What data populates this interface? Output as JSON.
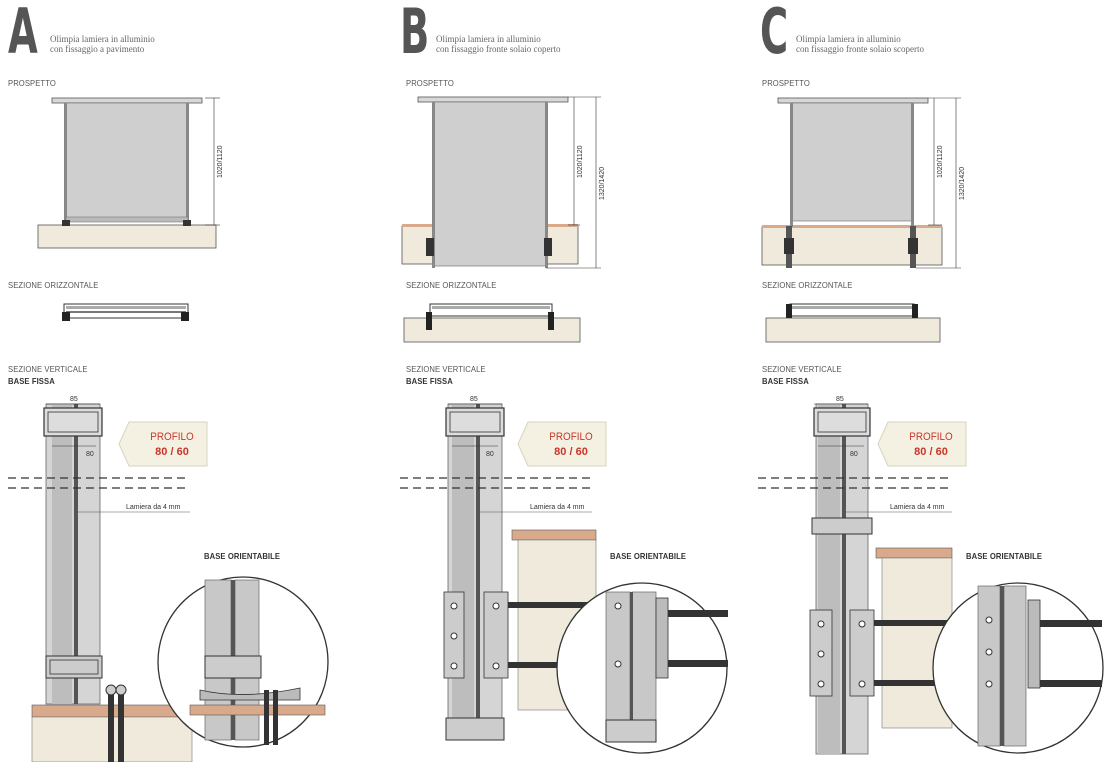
{
  "panels": [
    {
      "letter": "A",
      "subtitle_line1": "Olimpia lamiera in alluminio",
      "subtitle_line2": "con fissaggio a pavimento",
      "prospetto": "PROSPETTO",
      "dim_height": "1020/1120",
      "dim_total": "",
      "sezione_orizzontale": "SEZIONE ORIZZONTALE",
      "sezione_verticale": "SEZIONE VERTICALE",
      "base_fissa": "BASE FISSA",
      "dim_85": "85",
      "dim_80": "80",
      "profilo_label": "PROFILO",
      "profilo_value": "80 / 60",
      "lamiera": "Lamiera da 4 mm",
      "base_orientabile": "BASE ORIENTABILE"
    },
    {
      "letter": "B",
      "subtitle_line1": "Olimpia lamiera in alluminio",
      "subtitle_line2": "con fissaggio fronte solaio coperto",
      "prospetto": "PROSPETTO",
      "dim_height": "1020/1120",
      "dim_total": "1320/1420",
      "sezione_orizzontale": "SEZIONE ORIZZONTALE",
      "sezione_verticale": "SEZIONE VERTICALE",
      "base_fissa": "BASE FISSA",
      "dim_85": "85",
      "dim_80": "80",
      "profilo_label": "PROFILO",
      "profilo_value": "80 / 60",
      "lamiera": "Lamiera da 4 mm",
      "base_orientabile": "BASE ORIENTABILE"
    },
    {
      "letter": "C",
      "subtitle_line1": "Olimpia lamiera in alluminio",
      "subtitle_line2": "con fissaggio fronte solaio scoperto",
      "prospetto": "PROSPETTO",
      "dim_height": "1020/1120",
      "dim_total": "1320/1420",
      "sezione_orizzontale": "SEZIONE ORIZZONTALE",
      "sezione_verticale": "SEZIONE VERTICALE",
      "base_fissa": "BASE FISSA",
      "dim_85": "85",
      "dim_80": "80",
      "profilo_label": "PROFILO",
      "profilo_value": "80 / 60",
      "lamiera": "Lamiera da 4 mm",
      "base_orientabile": "BASE ORIENTABILE"
    }
  ],
  "colors": {
    "accent": "#c8362b",
    "glass": "#cfcfcf",
    "frame": "#6d6d6d",
    "floor": "#efeadb",
    "wood": "#d9a98c",
    "tag_bg": "#f4f1e3"
  }
}
